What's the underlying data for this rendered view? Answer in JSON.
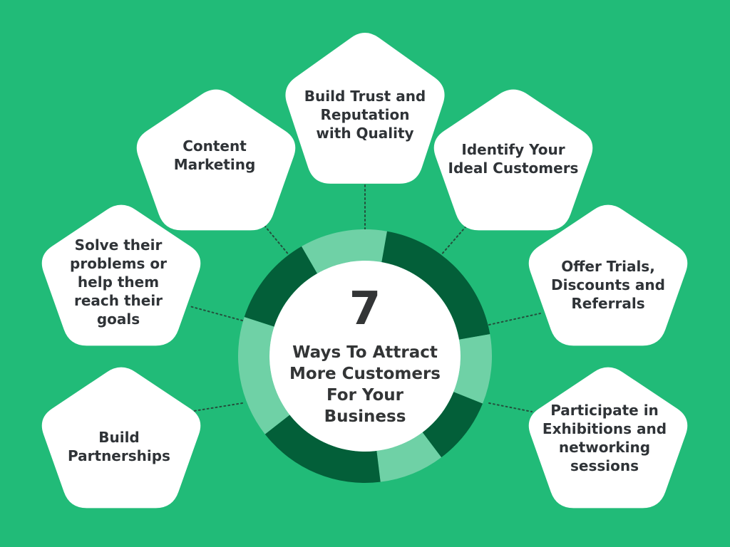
{
  "center": {
    "number": "7",
    "title": "Ways To Attract More Customers For Your Business"
  },
  "items": [
    {
      "id": "trust",
      "label": "Build Trust and Reputation with Quality"
    },
    {
      "id": "ideal-customers",
      "label": "Identify Your Ideal Customers"
    },
    {
      "id": "offers",
      "label": "Offer Trials, Discounts and Referrals"
    },
    {
      "id": "exhibitions",
      "label": "Participate in Exhibitions and networking sessions"
    },
    {
      "id": "partnerships",
      "label": "Build Partnerships"
    },
    {
      "id": "problems",
      "label": "Solve their problems or help them reach their goals"
    },
    {
      "id": "content",
      "label": "Content Marketing"
    }
  ],
  "colors": {
    "background": "#21bb78",
    "ring_dark": "#035f39",
    "ring_light": "#6fd1a6",
    "shape_fill": "#ffffff",
    "text": "#2f3337",
    "connector": "#244f3c"
  }
}
